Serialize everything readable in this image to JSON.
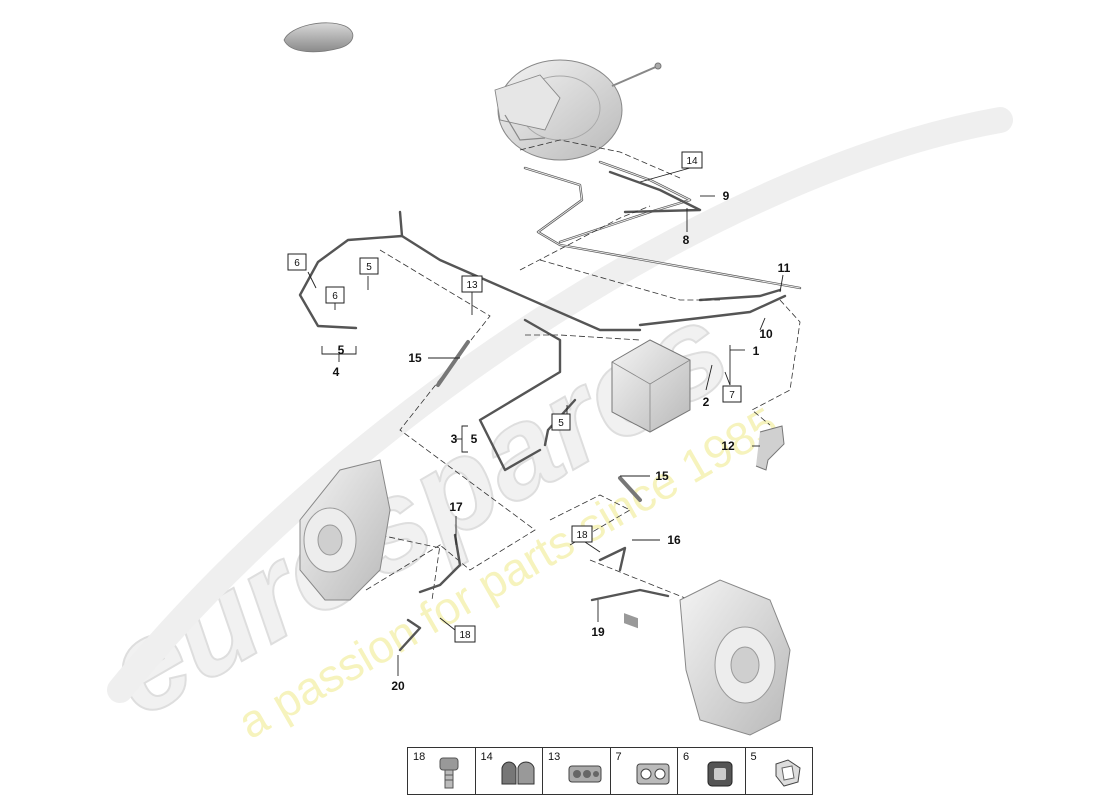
{
  "watermark": {
    "logo": "eurospares",
    "tagline": "a passion for parts since 1985"
  },
  "callouts": [
    "6",
    "5",
    "6",
    "13",
    "14",
    "18",
    "18",
    "5",
    "7"
  ],
  "part_numbers": [
    "9",
    "8",
    "11",
    "10",
    "1",
    "2",
    "4",
    "5",
    "15",
    "3",
    "5",
    "15",
    "12",
    "17",
    "16",
    "19",
    "20"
  ],
  "legend": [
    {
      "num": "18",
      "icon": "bolt-icon"
    },
    {
      "num": "14",
      "icon": "double-clip-icon"
    },
    {
      "num": "13",
      "icon": "multi-clip-icon"
    },
    {
      "num": "7",
      "icon": "pipe-holder-icon"
    },
    {
      "num": "6",
      "icon": "grommet-clip-icon"
    },
    {
      "num": "5",
      "icon": "spring-clip-icon"
    }
  ]
}
